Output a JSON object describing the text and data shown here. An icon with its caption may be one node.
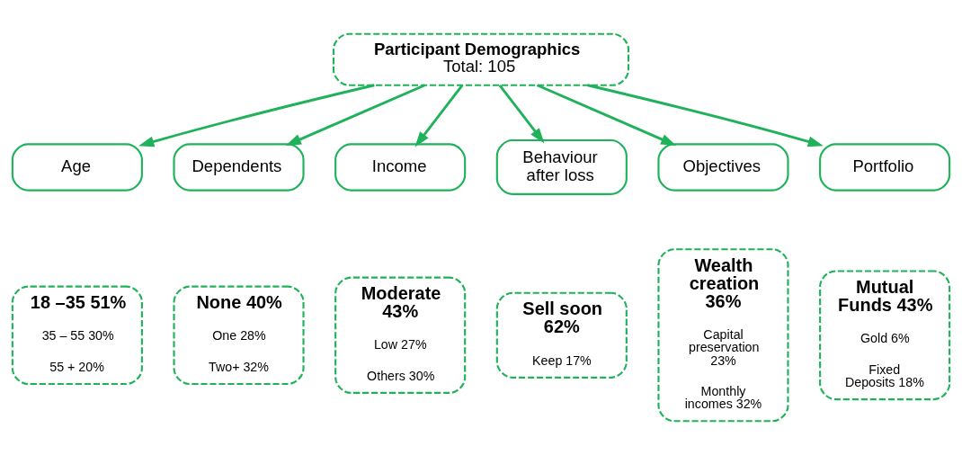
{
  "diagram": {
    "nodes": [
      {
        "text": [
          "Participant Demographics",
          "Total: 105"
        ]
      },
      {
        "text": [
          "Age"
        ]
      },
      {
        "text": [
          "Dependents"
        ]
      },
      {
        "text": [
          "Income"
        ]
      },
      {
        "text": [
          "Behaviour after loss"
        ]
      },
      {
        "text": [
          "Objectives"
        ]
      },
      {
        "text": [
          "Portfolio"
        ]
      },
      {
        "text": [
          "18 –35 51%",
          "35 – 55 30%",
          "55 + 20%"
        ]
      },
      {
        "text": [
          "None 40%",
          "One 28%",
          "Two+ 32%"
        ]
      },
      {
        "text": [
          "Moderate 43%",
          "Low 27%",
          "Others 30%"
        ]
      },
      {
        "text": [
          "Sell soon 62%",
          "Keep 17%"
        ]
      },
      {
        "text": [
          "Wealth creation 36%",
          "Capital preservation 23%",
          "Monthly incomes 32%"
        ]
      },
      {
        "text": [
          "Mutual Funds 43%",
          "Gold 6%",
          "Fixed Deposits 18%"
        ]
      }
    ],
    "edges": [
      {
        "from": 0,
        "to": 1,
        "arrow": "to"
      },
      {
        "from": 0,
        "to": 2,
        "arrow": "to"
      },
      {
        "from": 0,
        "to": 3,
        "arrow": "to"
      },
      {
        "from": 0,
        "to": 4,
        "arrow": "to"
      },
      {
        "from": 0,
        "to": 5,
        "arrow": "to"
      },
      {
        "from": 0,
        "to": 6,
        "arrow": "to"
      }
    ]
  }
}
